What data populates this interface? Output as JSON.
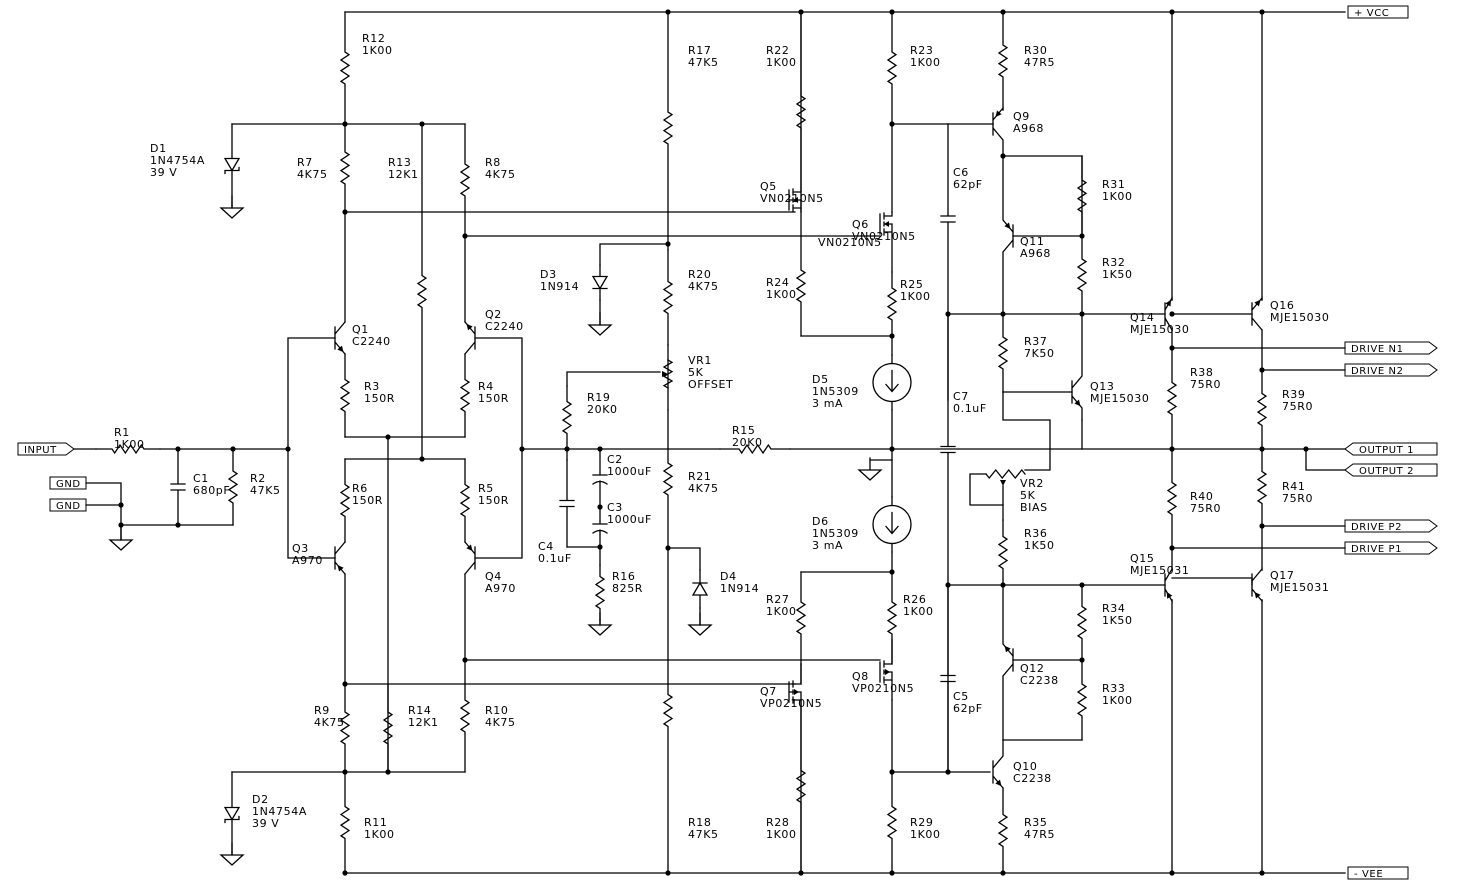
{
  "ports": {
    "vcc": "+ VCC",
    "vee": "- VEE",
    "input": "INPUT",
    "gnd": "GND",
    "drive_n1": "DRIVE N1",
    "drive_n2": "DRIVE N2",
    "drive_p1": "DRIVE P1",
    "drive_p2": "DRIVE P2",
    "output1": "OUTPUT 1",
    "output2": "OUTPUT 2"
  },
  "components": {
    "R1": {
      "ref": "R1",
      "value": "1K00"
    },
    "R2": {
      "ref": "R2",
      "value": "47K5"
    },
    "R3": {
      "ref": "R3",
      "value": "150R"
    },
    "R4": {
      "ref": "R4",
      "value": "150R"
    },
    "R5": {
      "ref": "R5",
      "value": "150R"
    },
    "R6": {
      "ref": "R6",
      "value": "150R"
    },
    "R7": {
      "ref": "R7",
      "value": "4K75"
    },
    "R8": {
      "ref": "R8",
      "value": "4K75"
    },
    "R9": {
      "ref": "R9",
      "value": "4K75"
    },
    "R10": {
      "ref": "R10",
      "value": "4K75"
    },
    "R11": {
      "ref": "R11",
      "value": "1K00"
    },
    "R12": {
      "ref": "R12",
      "value": "1K00"
    },
    "R13": {
      "ref": "R13",
      "value": "12K1"
    },
    "R14": {
      "ref": "R14",
      "value": "12K1"
    },
    "R15": {
      "ref": "R15",
      "value": "20K0"
    },
    "R16": {
      "ref": "R16",
      "value": "825R"
    },
    "R17": {
      "ref": "R17",
      "value": "47K5"
    },
    "R18": {
      "ref": "R18",
      "value": "47K5"
    },
    "R19": {
      "ref": "R19",
      "value": "20K0"
    },
    "R20": {
      "ref": "R20",
      "value": "4K75"
    },
    "R21": {
      "ref": "R21",
      "value": "4K75"
    },
    "R22": {
      "ref": "R22",
      "value": "1K00"
    },
    "R23": {
      "ref": "R23",
      "value": "1K00"
    },
    "R24": {
      "ref": "R24",
      "value": "1K00"
    },
    "R25": {
      "ref": "R25",
      "value": "1K00"
    },
    "R26": {
      "ref": "R26",
      "value": "1K00"
    },
    "R27": {
      "ref": "R27",
      "value": "1K00"
    },
    "R28": {
      "ref": "R28",
      "value": "1K00"
    },
    "R29": {
      "ref": "R29",
      "value": "1K00"
    },
    "R30": {
      "ref": "R30",
      "value": "47R5"
    },
    "R31": {
      "ref": "R31",
      "value": "1K00"
    },
    "R32": {
      "ref": "R32",
      "value": "1K50"
    },
    "R33": {
      "ref": "R33",
      "value": "1K00"
    },
    "R34": {
      "ref": "R34",
      "value": "1K50"
    },
    "R35": {
      "ref": "R35",
      "value": "47R5"
    },
    "R36": {
      "ref": "R36",
      "value": "1K50"
    },
    "R37": {
      "ref": "R37",
      "value": "7K50"
    },
    "R38": {
      "ref": "R38",
      "value": "75R0"
    },
    "R39": {
      "ref": "R39",
      "value": "75R0"
    },
    "R40": {
      "ref": "R40",
      "value": "75R0"
    },
    "R41": {
      "ref": "R41",
      "value": "75R0"
    },
    "C1": {
      "ref": "C1",
      "value": "680pF"
    },
    "C2": {
      "ref": "C2",
      "value": "1000uF"
    },
    "C3": {
      "ref": "C3",
      "value": "1000uF"
    },
    "C4": {
      "ref": "C4",
      "value": "0.1uF"
    },
    "C5": {
      "ref": "C5",
      "value": "62pF"
    },
    "C6": {
      "ref": "C6",
      "value": "62pF"
    },
    "C7": {
      "ref": "C7",
      "value": "0.1uF"
    },
    "D1": {
      "ref": "D1",
      "value": "1N4754A",
      "extra": "39 V"
    },
    "D2": {
      "ref": "D2",
      "value": "1N4754A",
      "extra": "39 V"
    },
    "D3": {
      "ref": "D3",
      "value": "1N914"
    },
    "D4": {
      "ref": "D4",
      "value": "1N914"
    },
    "D5": {
      "ref": "D5",
      "value": "1N5309",
      "extra": "3 mA"
    },
    "D6": {
      "ref": "D6",
      "value": "1N5309",
      "extra": "3 mA"
    },
    "VR1": {
      "ref": "VR1",
      "value": "5K",
      "extra": "OFFSET"
    },
    "VR2": {
      "ref": "VR2",
      "value": "5K",
      "extra": "BIAS"
    },
    "Q1": {
      "ref": "Q1",
      "value": "C2240"
    },
    "Q2": {
      "ref": "Q2",
      "value": "C2240"
    },
    "Q3": {
      "ref": "Q3",
      "value": "A970"
    },
    "Q4": {
      "ref": "Q4",
      "value": "A970"
    },
    "Q5": {
      "ref": "Q5",
      "value": "VN0210N5"
    },
    "Q6": {
      "ref": "Q6",
      "value": "VN0210N5"
    },
    "Q7": {
      "ref": "Q7",
      "value": "VP0210N5"
    },
    "Q8": {
      "ref": "Q8",
      "value": "VP0210N5"
    },
    "Q9": {
      "ref": "Q9",
      "value": "A968"
    },
    "Q10": {
      "ref": "Q10",
      "value": "C2238"
    },
    "Q11": {
      "ref": "Q11",
      "value": "A968"
    },
    "Q12": {
      "ref": "Q12",
      "value": "C2238"
    },
    "Q13": {
      "ref": "Q13",
      "value": "MJE15030"
    },
    "Q14": {
      "ref": "Q14",
      "value": "MJE15030"
    },
    "Q15": {
      "ref": "Q15",
      "value": "MJE15031"
    },
    "Q16": {
      "ref": "Q16",
      "value": "MJE15030"
    },
    "Q17": {
      "ref": "Q17",
      "value": "MJE15031"
    }
  }
}
